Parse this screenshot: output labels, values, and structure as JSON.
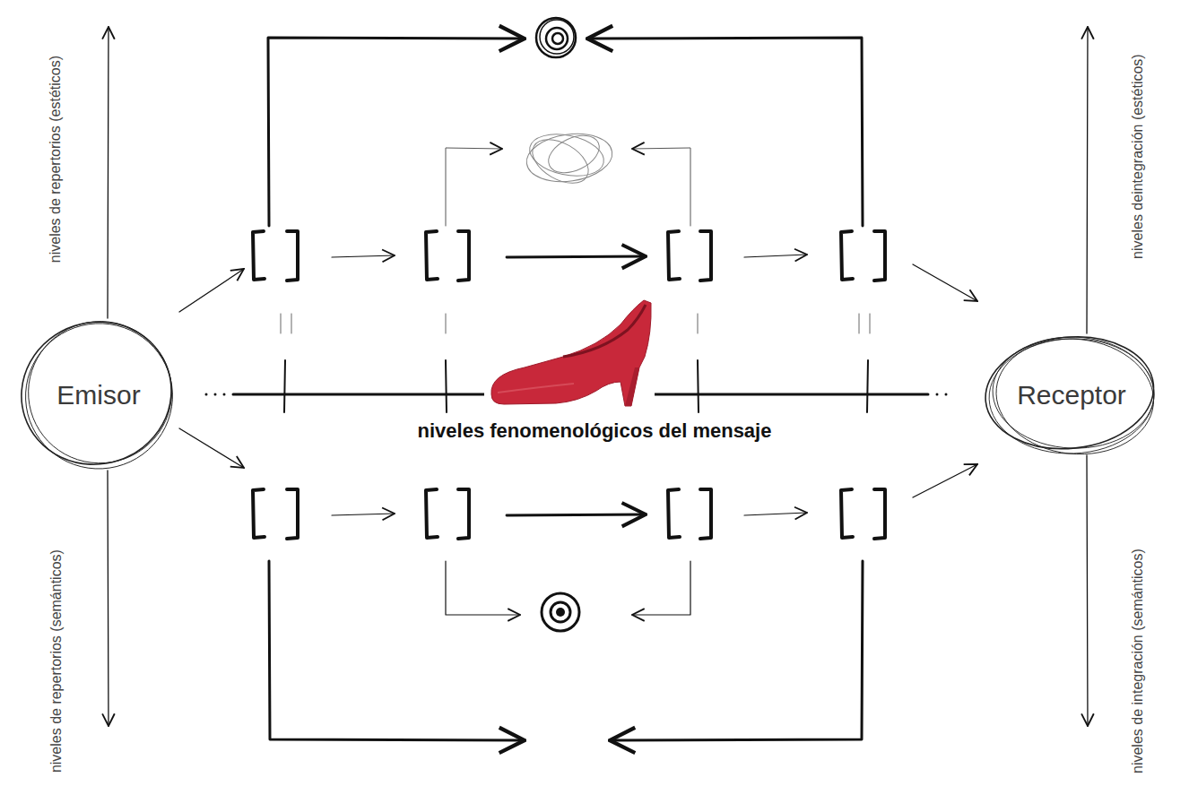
{
  "diagram": {
    "nodes": [
      {
        "text": [
          "Emisor"
        ]
      },
      {
        "text": [
          "Receptor"
        ]
      }
    ],
    "edges": [
      {
        "from": 0,
        "to": 1,
        "arrow": "none"
      }
    ],
    "labels": [
      "niveles de repertorios (estéticos)",
      "niveles de repertorios (semánticos)",
      "niveles deintegración (estéticos)",
      "niveles de integración (semánticos)",
      "niveles fenomenológicos del mensaje"
    ]
  }
}
